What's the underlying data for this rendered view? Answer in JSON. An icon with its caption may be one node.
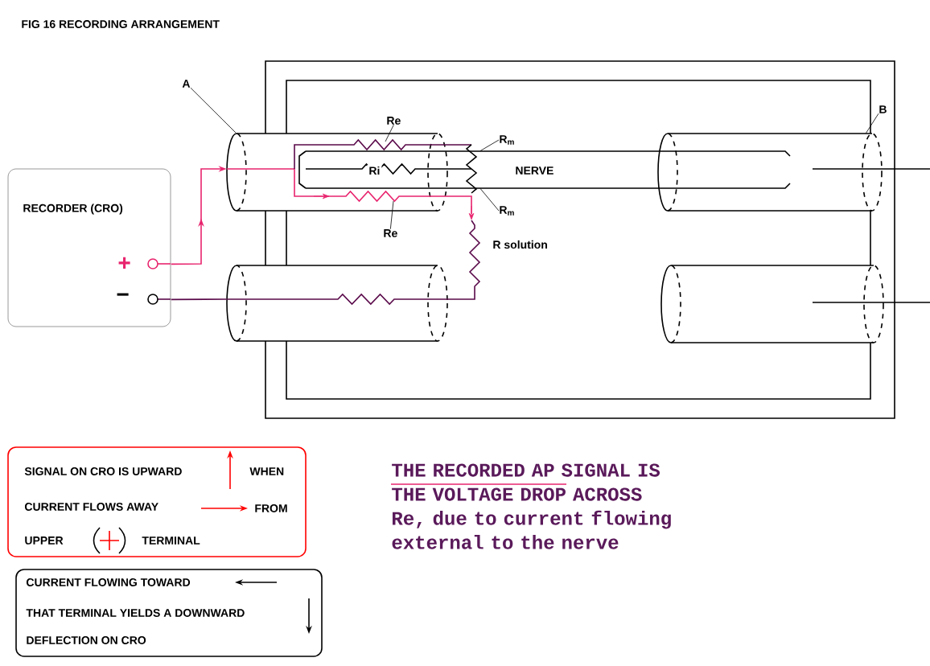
{
  "diagram": {
    "title": "FIG 16 RECORDING ARRANGEMENT",
    "nodes": [
      {
        "text": [
          "RECORDER (CRO)",
          "+",
          "−"
        ]
      },
      {
        "text": [
          "A"
        ]
      },
      {
        "text": [],
        "shape": "cylinder"
      },
      {
        "text": [
          "B"
        ]
      },
      {
        "text": [],
        "shape": "cylinder"
      },
      {
        "text": [
          "Re"
        ]
      },
      {
        "text": [
          "R$_{m}$"
        ]
      },
      {
        "text": [
          "R$_{m}$"
        ]
      },
      {
        "text": [
          "Re"
        ]
      },
      {
        "text": [
          "SIGNAL ON CRO IS UPWARD",
          "WHEN",
          "CURRENT FLOWS AWAY",
          "FROM",
          "UPPER",
          "TERMINAL"
        ]
      },
      {
        "text": [
          "CURRENT FLOWING TOWARD",
          "THAT TERMINAL YIELDS A DOWNWARD",
          "DEFLECTION ON CRO"
        ]
      },
      {
        "text": [],
        "shape": "cylinder"
      },
      {
        "text": [],
        "shape": "cylinder"
      },
      {
        "text": [
          "NERVE"
        ]
      }
    ],
    "edges": [
      {
        "from": 1,
        "to": 2,
        "arrow": "none"
      },
      {
        "from": 3,
        "to": 4,
        "arrow": "none"
      },
      {
        "from": 5,
        "to": 2,
        "arrow": "none"
      },
      {
        "from": 6,
        "to": 13,
        "arrow": "none"
      },
      {
        "from": 7,
        "to": 13,
        "arrow": "none"
      },
      {
        "from": 8,
        "to": 2,
        "arrow": "none"
      },
      {
        "from": 0,
        "to": 2,
        "arrow": "to",
        "color": "#e8246e"
      },
      {
        "from": 0,
        "to": 11,
        "arrow": "none",
        "color": "#5a0a4a"
      }
    ],
    "labels": [
      "Ri",
      "R solution",
      "THE RECORDED AP SIGNAL IS THE VOLTAGE DROP ACROSS Re, due to current flowing external to the nerve"
    ]
  }
}
